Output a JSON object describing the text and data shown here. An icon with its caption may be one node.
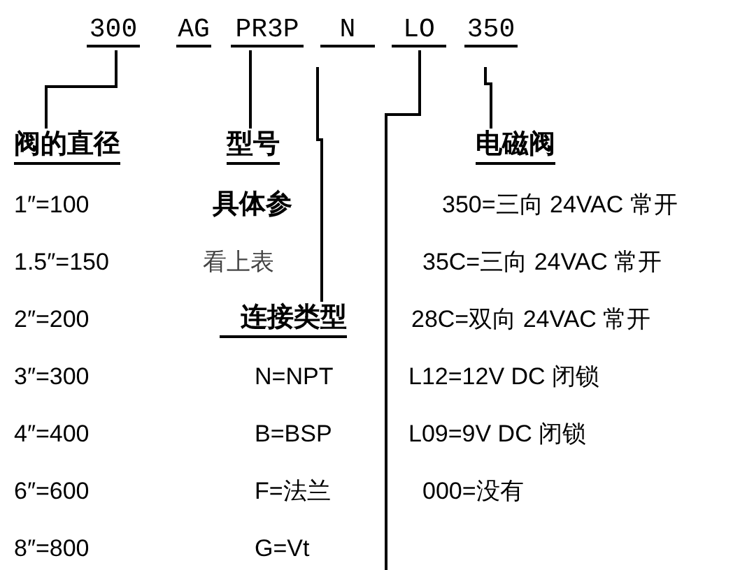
{
  "diagram": {
    "nodes": [
      {
        "text": [
          "300"
        ]
      },
      {
        "text": [
          "AG"
        ]
      },
      {
        "text": [
          "PR3P"
        ]
      },
      {
        "text": [
          "N"
        ]
      },
      {
        "text": [
          "LO"
        ]
      },
      {
        "text": [
          "350"
        ]
      },
      {
        "text": [
          "阀的直径"
        ]
      },
      {
        "text": [
          "型号"
        ]
      },
      {
        "text": [
          "连接类型"
        ]
      },
      {
        "text": [
          "电磁阀"
        ]
      }
    ],
    "edges": [
      {
        "from": 0,
        "to": 6,
        "arrow": "none"
      },
      {
        "from": 2,
        "to": 7,
        "arrow": "none"
      },
      {
        "from": 3,
        "to": 8,
        "arrow": "none"
      },
      {
        "from": 4,
        "to": null,
        "arrow": "none"
      },
      {
        "from": 5,
        "to": 9,
        "arrow": "none"
      }
    ],
    "labels": [
      "1″=100",
      "具体参",
      "350=三向 24VAC 常开",
      "1.5″=150",
      "看上表",
      "35C=三向 24VAC 常开",
      "2″=200",
      "28C=双向 24VAC 常开",
      "3″=300",
      "N=NPT",
      "L12=12V DC 闭锁",
      "4″=400",
      "B=BSP",
      "L09=9V DC 闭锁",
      "6″=600",
      "F=法兰",
      "000=没有",
      "8″=800",
      "G=Vt"
    ]
  }
}
